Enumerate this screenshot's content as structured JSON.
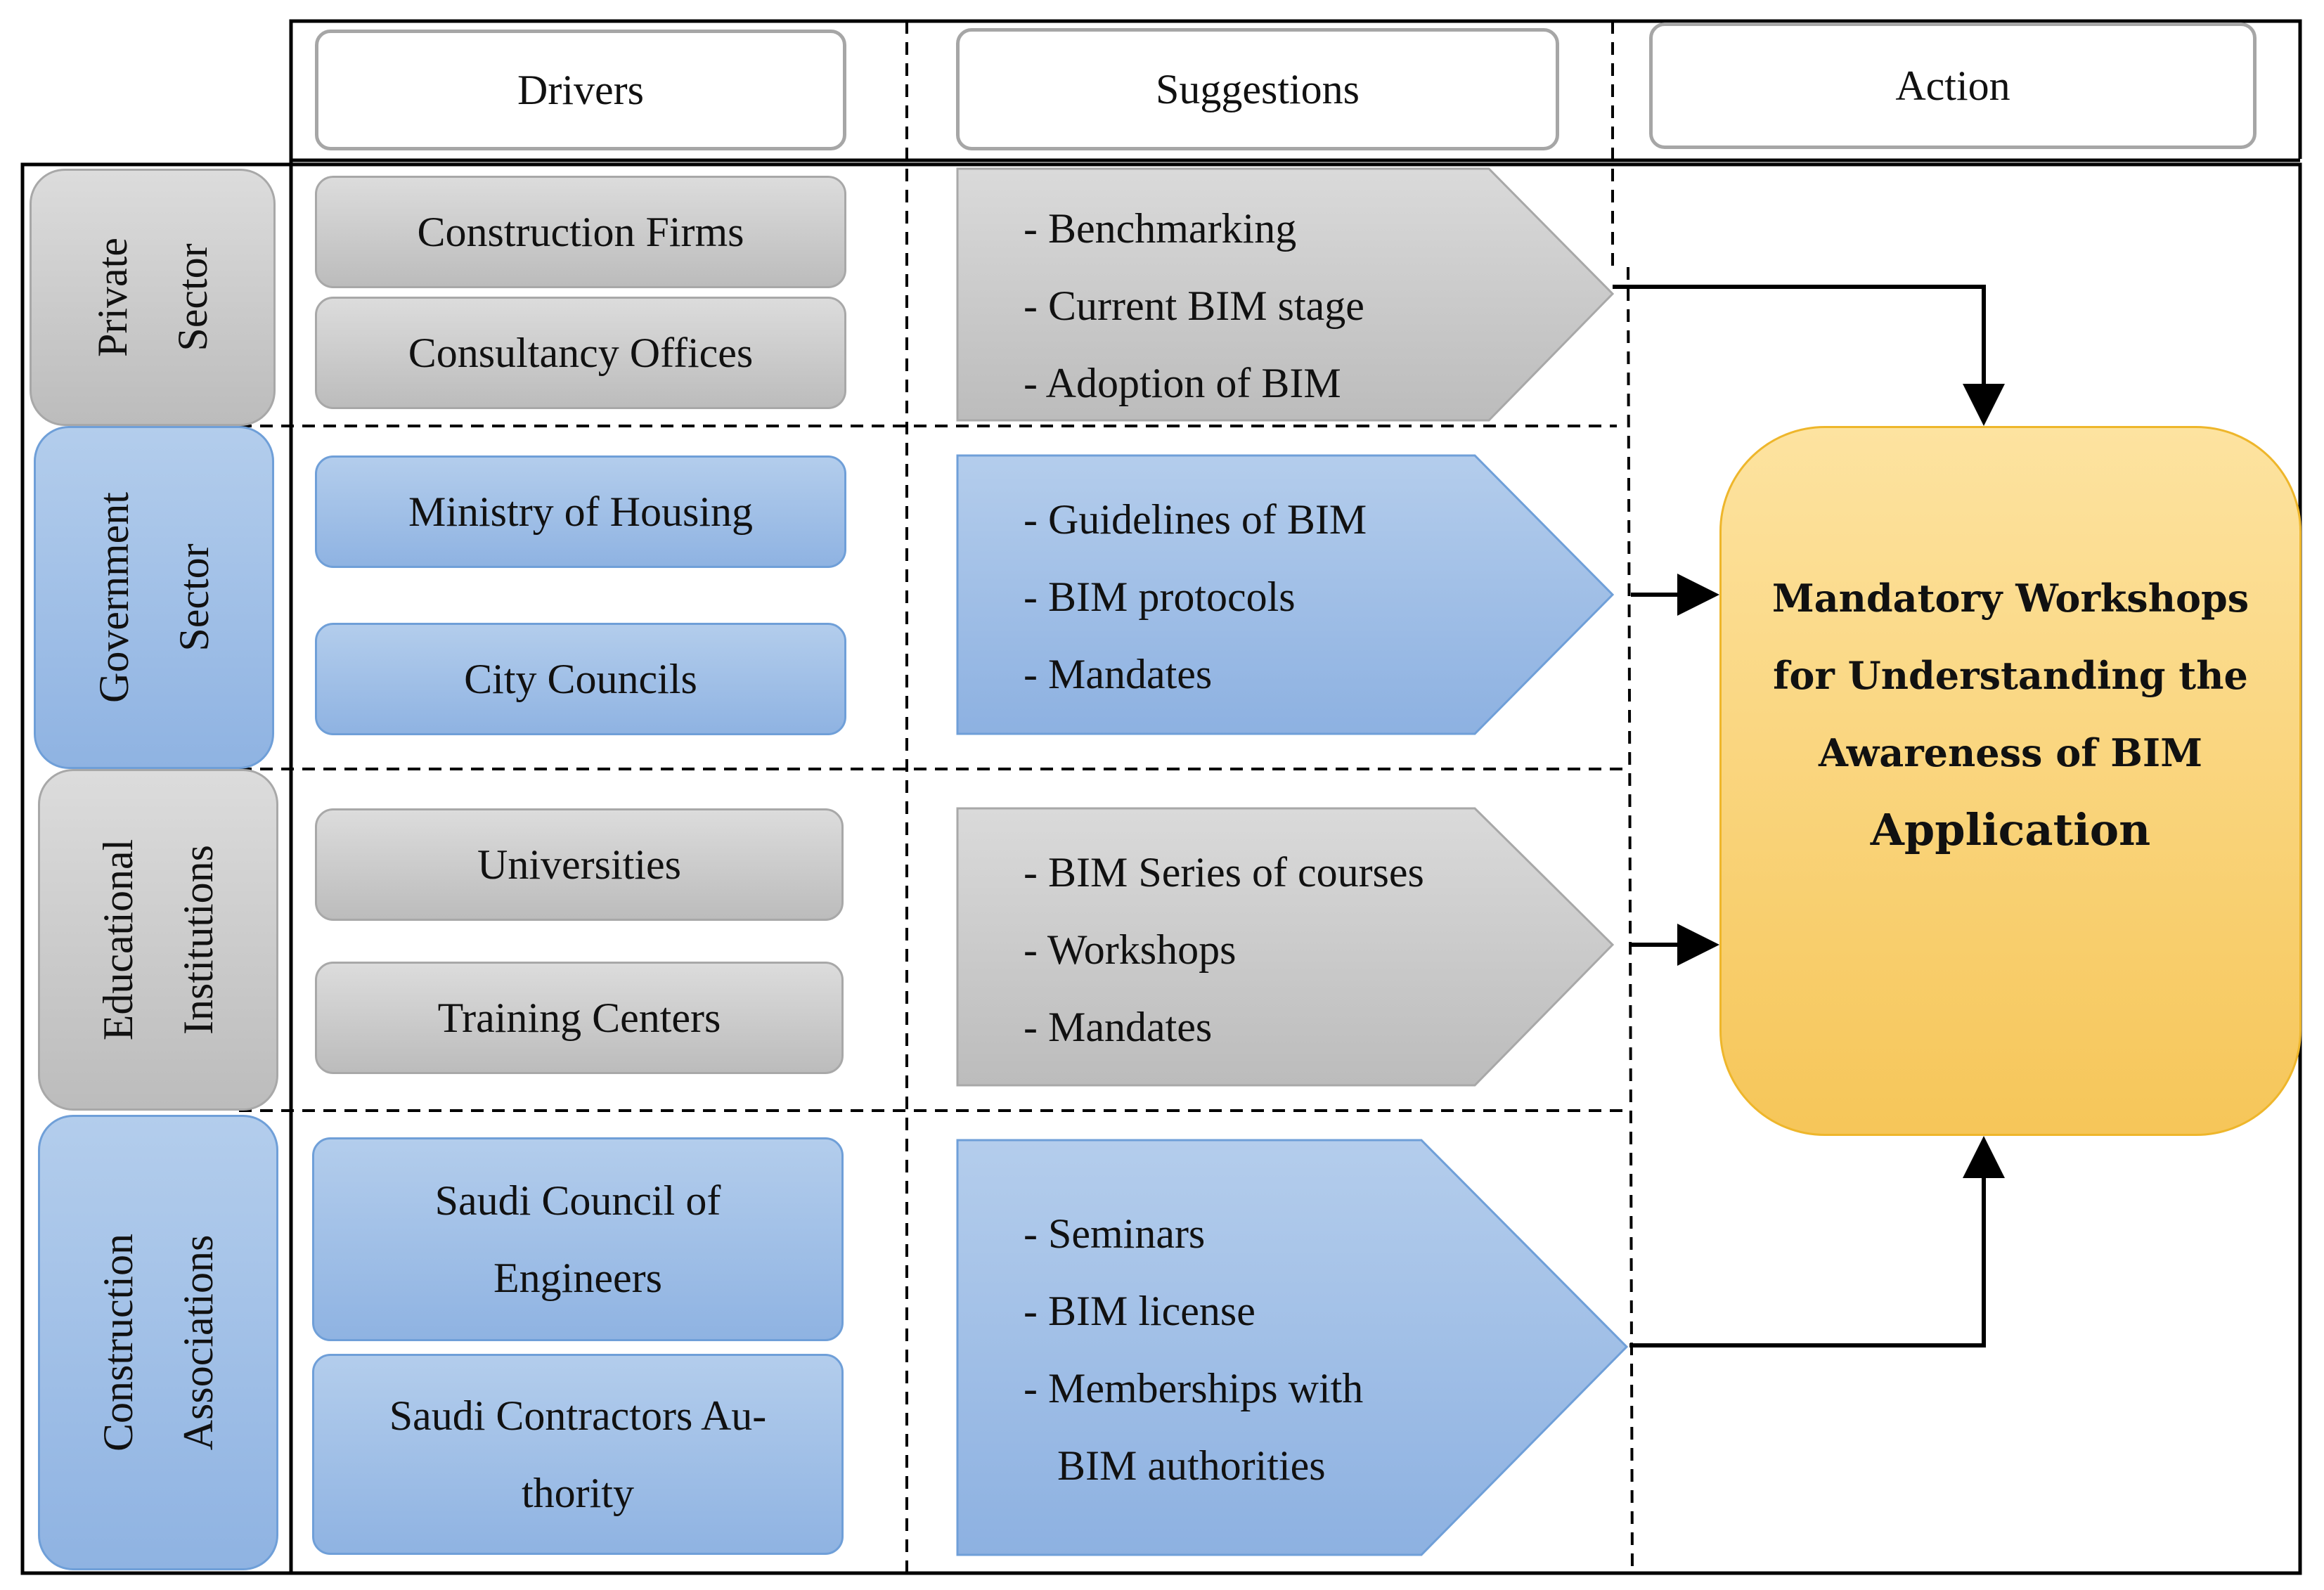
{
  "headers": {
    "drivers": "Drivers",
    "suggestions": "Suggestions",
    "action": "Action"
  },
  "sectors": [
    {
      "lines": [
        "Private",
        "Sector"
      ],
      "drivers": [
        [
          "Construction Firms"
        ],
        [
          "Consultancy Offices"
        ]
      ],
      "suggestions": [
        [
          "- ",
          "Benchmarking"
        ],
        [
          "- ",
          "Current BIM stage"
        ],
        [
          "- ",
          "Adoption of BIM"
        ]
      ]
    },
    {
      "lines": [
        "Government",
        "Sector"
      ],
      "drivers": [
        [
          "Ministry of Housing"
        ],
        [
          "City Councils"
        ]
      ],
      "suggestions": [
        [
          "- ",
          "Guidelines of BIM"
        ],
        [
          "- ",
          "BIM protocols"
        ],
        [
          "- ",
          "Mandates"
        ]
      ]
    },
    {
      "lines": [
        "Educational",
        "Institutions"
      ],
      "drivers": [
        [
          "Universities"
        ],
        [
          "Training Centers"
        ]
      ],
      "suggestions": [
        [
          "- ",
          "BIM Series of courses"
        ],
        [
          "- ",
          "Workshops"
        ],
        [
          "- ",
          "Mandates"
        ]
      ]
    },
    {
      "lines": [
        "Construction",
        "Associations"
      ],
      "drivers": [
        [
          "Saudi Council of",
          "Engineers"
        ],
        [
          "Saudi Contractors Au-",
          "thority"
        ]
      ],
      "suggestions": [
        [
          "- ",
          "Seminars"
        ],
        [
          "- ",
          "BIM license"
        ],
        [
          "- ",
          "Memberships with"
        ],
        [
          "",
          "BIM authorities"
        ]
      ]
    }
  ],
  "action": {
    "lines": [
      "Mandatory Workshops",
      "for Understanding the",
      "Awareness of BIM"
    ],
    "last_line": "Application"
  },
  "colors": {
    "gray": "#c8c8c8",
    "blue": "#a3c2e8",
    "action": "#f9d37a"
  }
}
